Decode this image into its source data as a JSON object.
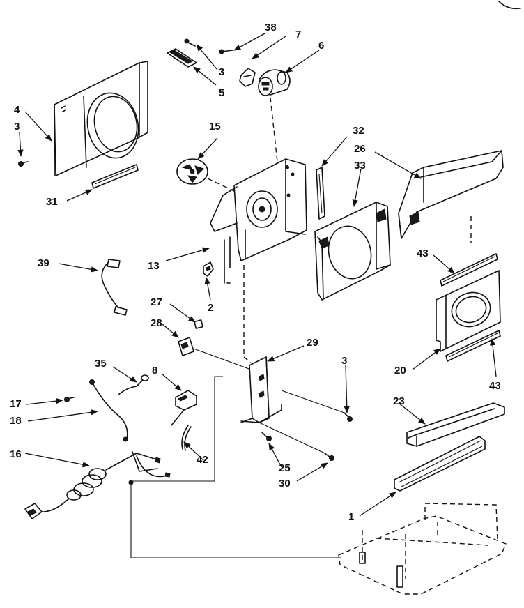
{
  "diagram": {
    "callouts": [
      {
        "label": "38"
      },
      {
        "label": "7"
      },
      {
        "label": "6"
      },
      {
        "label": "3"
      },
      {
        "label": "5"
      },
      {
        "label": "4"
      },
      {
        "label": "3"
      },
      {
        "label": "15"
      },
      {
        "label": "32"
      },
      {
        "label": "26"
      },
      {
        "label": "33"
      },
      {
        "label": "31"
      },
      {
        "label": "13"
      },
      {
        "label": "39"
      },
      {
        "label": "2"
      },
      {
        "label": "43"
      },
      {
        "label": "27"
      },
      {
        "label": "28"
      },
      {
        "label": "29"
      },
      {
        "label": "3"
      },
      {
        "label": "20"
      },
      {
        "label": "43"
      },
      {
        "label": "35"
      },
      {
        "label": "8"
      },
      {
        "label": "17"
      },
      {
        "label": "18"
      },
      {
        "label": "23"
      },
      {
        "label": "42"
      },
      {
        "label": "25"
      },
      {
        "label": "30"
      },
      {
        "label": "16"
      },
      {
        "label": "1"
      }
    ]
  }
}
